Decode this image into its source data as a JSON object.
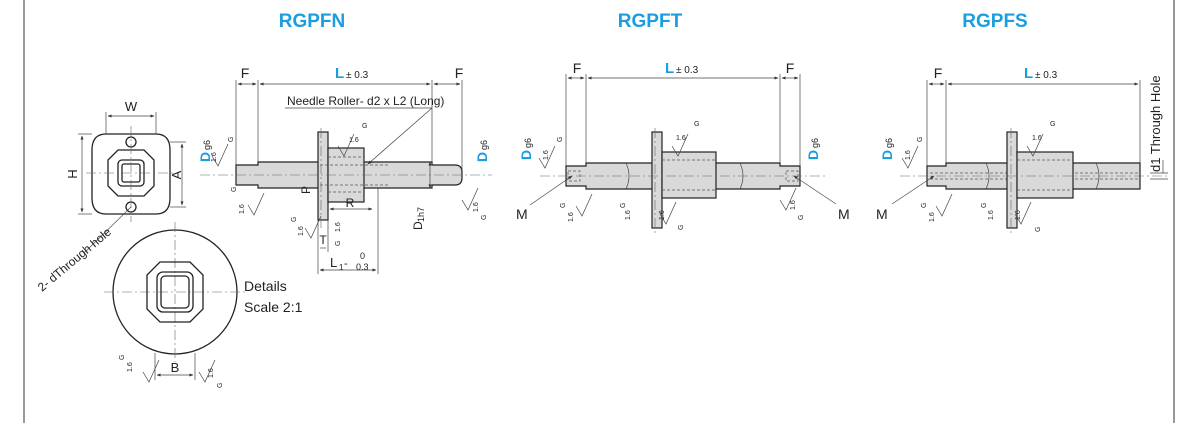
{
  "titles": {
    "rgpfn": "RGPFN",
    "rgpft": "RGPFT",
    "rgpfs": "RGPFS"
  },
  "dims": {
    "F": "F",
    "L": "L",
    "tol_03": "± 0.3",
    "W": "W",
    "H": "H",
    "A": "A",
    "B": "B",
    "D": "D",
    "g6": "g6",
    "D1": "D",
    "one_h7": "1h7",
    "P": "P",
    "R": "R",
    "T": "T",
    "L1": "L",
    "L1_sub": "1",
    "L1_tol_top": "0",
    "L1_tol_bot": "0.3",
    "L1_minus": "-",
    "M": "M",
    "G": "G",
    "roughness": "1.6",
    "d1_through_hole": "d1 Through Hole"
  },
  "notes": {
    "needle_roller": "Needle Roller- d2 x L2 (Long)",
    "two_d_through_hole": "2- dThrough hole",
    "details": "Details",
    "scale": "Scale 2:1"
  }
}
